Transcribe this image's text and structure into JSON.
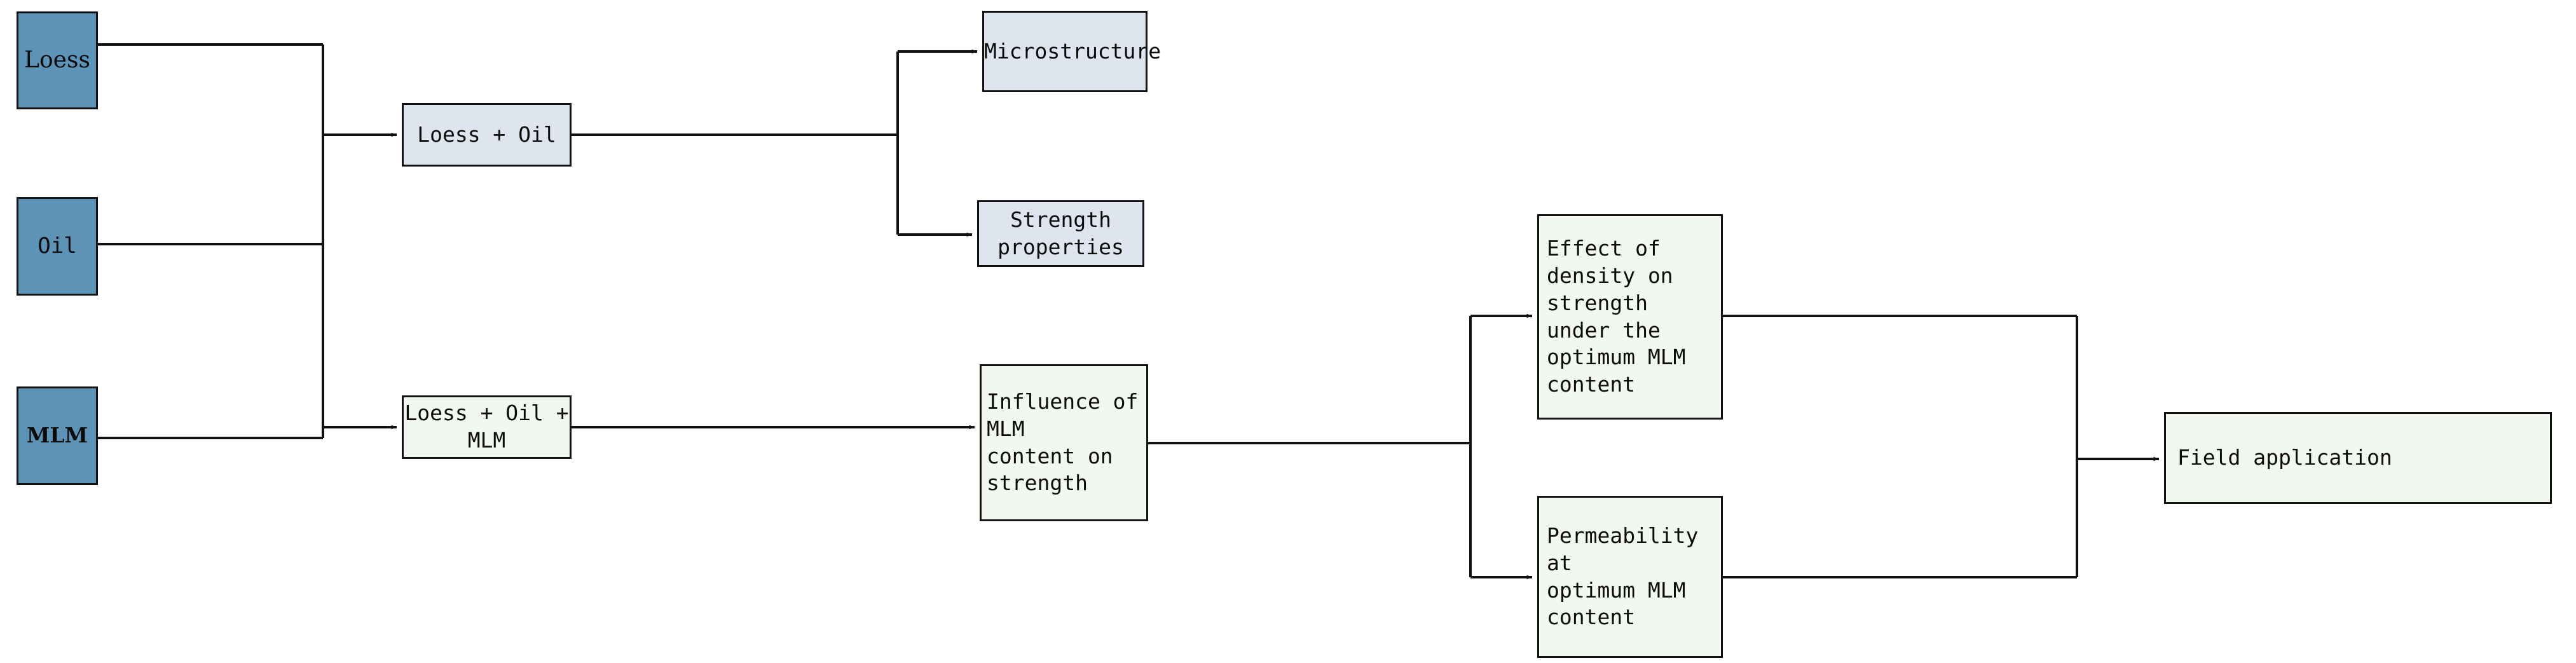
{
  "diagram": {
    "title": "Research flowchart: loess + oil + MLM stabilization study",
    "background_color": "#ffffff",
    "edge_color": "#111111",
    "palette": {
      "source_fill": "#5e93b8",
      "analysis_fill": "#dfe5ee",
      "outcome_fill": "#f2f7f0",
      "border": "#121212"
    }
  },
  "nodes": {
    "loess": {
      "label": "Loess",
      "fill": "#5e93b8",
      "kind": "material"
    },
    "oil": {
      "label": "Oil",
      "fill": "#5e93b8",
      "kind": "material"
    },
    "mlm": {
      "label": "MLM",
      "fill": "#5e93b8",
      "kind": "material"
    },
    "loess_oil": {
      "label": "Loess + Oil",
      "fill": "#dfe5ee",
      "kind": "mixture"
    },
    "loess_oil_mlm": {
      "label": "Loess + Oil + MLM",
      "fill": "#f2f7f0",
      "kind": "mixture"
    },
    "microstructure": {
      "label": "Microstructure",
      "fill": "#dfe5ee",
      "kind": "test"
    },
    "strength_properties": {
      "label": "Strength properties",
      "fill": "#dfe5ee",
      "kind": "test"
    },
    "influence_mlm": {
      "label": "Influence of MLM\ncontent on strength",
      "fill": "#f2f7f0",
      "kind": "test"
    },
    "effect_density": {
      "label": "Effect of density on\nstrength under the\noptimum MLM content",
      "fill": "#f2f7f0",
      "kind": "test"
    },
    "permeability": {
      "label": "Permeability at\noptimum MLM content",
      "fill": "#f2f7f0",
      "kind": "test"
    },
    "field_application": {
      "label": "Field application",
      "fill": "#f2f7f0",
      "kind": "outcome"
    }
  },
  "edges": [
    {
      "from": "loess",
      "to": "loess_oil",
      "style": "orthogonal-arrow"
    },
    {
      "from": "oil",
      "to": "loess_oil",
      "style": "orthogonal-arrow"
    },
    {
      "from": "mlm",
      "to": "loess_oil_mlm",
      "style": "orthogonal-arrow"
    },
    {
      "from": "loess",
      "to": "loess_oil_mlm",
      "style": "orthogonal-arrow"
    },
    {
      "from": "oil",
      "to": "loess_oil_mlm",
      "style": "orthogonal-arrow"
    },
    {
      "from": "loess_oil",
      "to": "microstructure",
      "style": "orthogonal-arrow"
    },
    {
      "from": "loess_oil",
      "to": "strength_properties",
      "style": "orthogonal-arrow"
    },
    {
      "from": "loess_oil_mlm",
      "to": "influence_mlm",
      "style": "orthogonal-arrow"
    },
    {
      "from": "influence_mlm",
      "to": "effect_density",
      "style": "orthogonal-arrow"
    },
    {
      "from": "influence_mlm",
      "to": "permeability",
      "style": "orthogonal-arrow"
    },
    {
      "from": "effect_density",
      "to": "field_application",
      "style": "orthogonal-arrow"
    },
    {
      "from": "permeability",
      "to": "field_application",
      "style": "orthogonal-arrow"
    }
  ]
}
